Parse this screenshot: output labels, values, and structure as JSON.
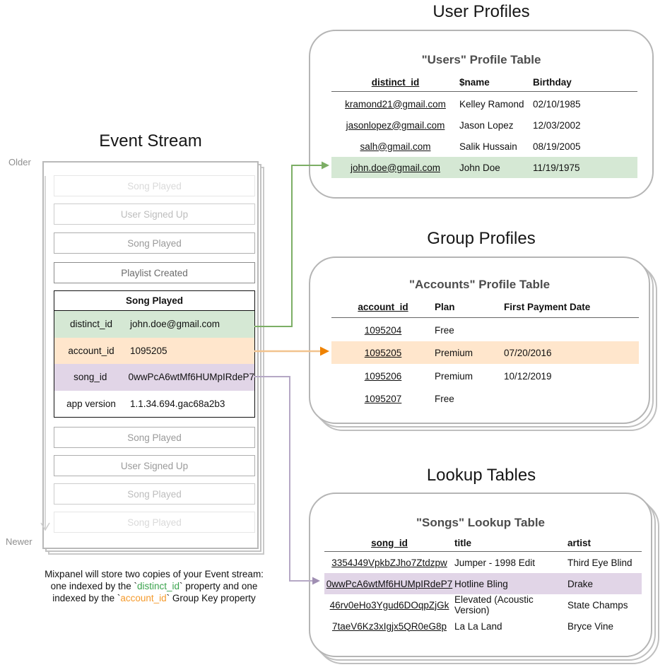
{
  "event_stream": {
    "title": "Event Stream",
    "older_label": "Older",
    "newer_label": "Newer",
    "events_before": [
      "Song Played",
      "User Signed Up",
      "Song Played",
      "Playlist Created"
    ],
    "expanded_event": {
      "name": "Song Played",
      "props": [
        {
          "key": "distinct_id",
          "value": "john.doe@gmail.com",
          "highlight": "green"
        },
        {
          "key": "account_id",
          "value": "1095205",
          "highlight": "orange"
        },
        {
          "key": "song_id",
          "value": "0wwPcA6wtMf6HUMpIRdeP7",
          "highlight": "purple"
        },
        {
          "key": "app version",
          "value": "1.1.34.694.gac68a2b3",
          "highlight": "none"
        }
      ]
    },
    "events_after": [
      "Song Played",
      "User Signed Up",
      "Song Played",
      "Song Played"
    ]
  },
  "user_profiles": {
    "section_title": "User Profiles",
    "table_title": "\"Users\" Profile Table",
    "columns": {
      "c1": "distinct_id",
      "c2": "$name",
      "c3": "Birthday"
    },
    "rows": [
      {
        "id": "kramond21@gmail.com",
        "name": "Kelley Ramond",
        "birthday": "02/10/1985"
      },
      {
        "id": "jasonlopez@gmail.com",
        "name": "Jason Lopez",
        "birthday": "12/03/2002"
      },
      {
        "id": "salh@gmail.com",
        "name": "Salik Hussain",
        "birthday": "08/19/2005"
      },
      {
        "id": "john.doe@gmail.com",
        "name": "John Doe",
        "birthday": "11/19/1975"
      }
    ],
    "highlighted_row_index": 3
  },
  "group_profiles": {
    "section_title": "Group Profiles",
    "table_title": "\"Accounts\" Profile Table",
    "columns": {
      "c1": "account_id",
      "c2": "Plan",
      "c3": "First Payment Date"
    },
    "rows": [
      {
        "id": "1095204",
        "plan": "Free",
        "first_payment": ""
      },
      {
        "id": "1095205",
        "plan": "Premium",
        "first_payment": "07/20/2016"
      },
      {
        "id": "1095206",
        "plan": "Premium",
        "first_payment": "10/12/2019"
      },
      {
        "id": "1095207",
        "plan": "Free",
        "first_payment": ""
      }
    ],
    "highlighted_row_index": 1
  },
  "lookup_tables": {
    "section_title": "Lookup Tables",
    "table_title": "\"Songs\" Lookup Table",
    "columns": {
      "c1": "song_id",
      "c2": "title",
      "c3": "artist"
    },
    "rows": [
      {
        "id": "3354J49VpkbZJho7Ztdzpw",
        "title": "Jumper - 1998 Edit",
        "artist": "Third Eye Blind"
      },
      {
        "id": "0wwPcA6wtMf6HUMpIRdeP7",
        "title": "Hotline Bling",
        "artist": "Drake"
      },
      {
        "id": "46rv0eHo3Ygud6DOqpZjGk",
        "title": "Elevated (Acoustic Version)",
        "artist": "State Champs"
      },
      {
        "id": "7taeV6Kz3xIgjx5QR0eG8p",
        "title": "La La Land",
        "artist": "Bryce Vine"
      }
    ],
    "highlighted_row_index": 1
  },
  "caption": {
    "line1": "Mixpanel will store two copies of your Event stream:",
    "line2_a": "one indexed by the `",
    "line2_code": "distinct_id",
    "line2_b": "` property and one",
    "line3_a": "indexed by the `",
    "line3_code": "account_id",
    "line3_b": "` Group Key property"
  },
  "colors": {
    "green_highlight": "#d5e8d4",
    "orange_highlight": "#ffe6cc",
    "purple_highlight": "#e1d5e7",
    "green_arrow": "#7cae65",
    "orange_arrow_line": "#f2c38e",
    "orange_arrow_head": "#ef8201",
    "purple_arrow": "#b5a8c5",
    "caption_green": "#3aa34d",
    "caption_orange": "#f59a2b",
    "card_border": "#b5b5b5"
  }
}
